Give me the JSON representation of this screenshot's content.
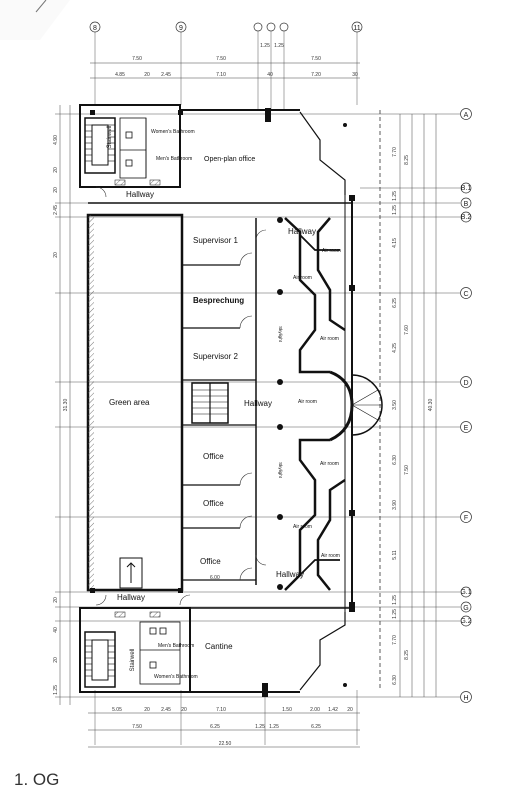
{
  "floor_label": "1. OG",
  "rooms": {
    "womens_bathroom_top": "Women's Bathroom",
    "mens_bathroom_top": "Men's Bathroom",
    "stairwell_top": "Stairwell",
    "open_plan_office": "Open-plan office",
    "hallway_top": "Hallway",
    "supervisor_1": "Supervisor 1",
    "besprechung": "Besprechung",
    "supervisor_2": "Supervisor 2",
    "green_area": "Green area",
    "hallway_center": "Hallway",
    "office_1": "Office",
    "office_2": "Office",
    "office_3": "Office",
    "hallway_right_top": "Hallway",
    "hallway_right_bottom": "Hallway",
    "hallway_bottom": "Hallway",
    "air_room_1": "Air room",
    "air_room_2": "Air room",
    "air_room_3": "Air room",
    "air_room_4": "Air room",
    "air_room_5": "Air room",
    "air_room_6": "Air room",
    "air_room_7": "Air room",
    "skylight_1": "Skylight",
    "skylight_2": "Skylight",
    "cantine": "Cantine",
    "mens_bathroom_bottom": "Men's Bathroom",
    "womens_bathroom_bottom": "Women's Bathroom",
    "stairwell_bottom": "Stairwell"
  },
  "grid_axes": {
    "top": [
      "8",
      "9",
      "",
      "",
      "",
      "11"
    ],
    "right": [
      "A",
      "B.1",
      "B",
      "B.2",
      "C",
      "D",
      "E",
      "F",
      "G.1",
      "G",
      "G.2",
      "H"
    ]
  },
  "dimensions": {
    "top_row1": [
      "7.50",
      "7.50",
      "1.25",
      "1.25",
      "7.50"
    ],
    "top_row2": [
      "4.85",
      "20",
      "2.45",
      "7.10",
      "40",
      "7.20",
      "30"
    ],
    "bottom_row1": [
      "5.05",
      "20",
      "2.45",
      "20",
      "7.10",
      "1.50",
      "2.00",
      "1.42",
      "20"
    ],
    "bottom_row2": [
      "7.50",
      "6.25",
      "1.25",
      "1.25",
      "6.25"
    ],
    "bottom_total": "22.50",
    "right_col1": [
      "7.70",
      "1.25",
      "1.25",
      "4.15",
      "6.25",
      "4.25",
      "3.50",
      "6.30",
      "3.90",
      "5.11",
      "1.25",
      "1.25",
      "7.70",
      "6.30"
    ],
    "right_col2": [
      "8.25",
      "7.60",
      "7.50",
      "8.25"
    ],
    "right_total": "40.30",
    "left_col": [
      "4.90",
      "20",
      "20",
      "2.45",
      "20",
      "31.30",
      "20",
      "40",
      "20",
      "1.25"
    ],
    "office_width": "6.00"
  }
}
